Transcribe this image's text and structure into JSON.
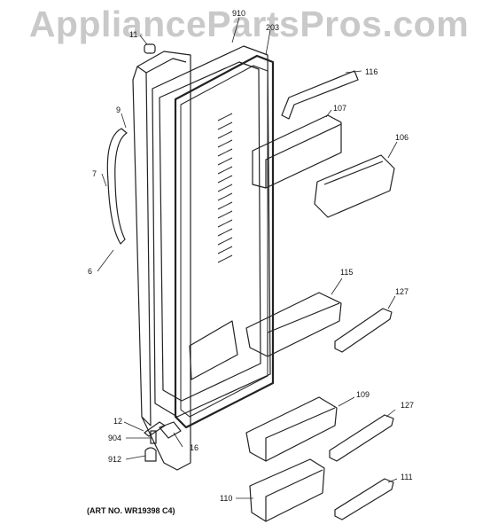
{
  "watermark": "AppliancePartsPros.com",
  "art_number": "(ART NO. WR19398 C4)",
  "callouts": [
    "910",
    "11",
    "203",
    "116",
    "9",
    "107",
    "106",
    "7",
    "6",
    "115",
    "127",
    "12",
    "109",
    "127",
    "904",
    "16",
    "912",
    "111",
    "110"
  ]
}
